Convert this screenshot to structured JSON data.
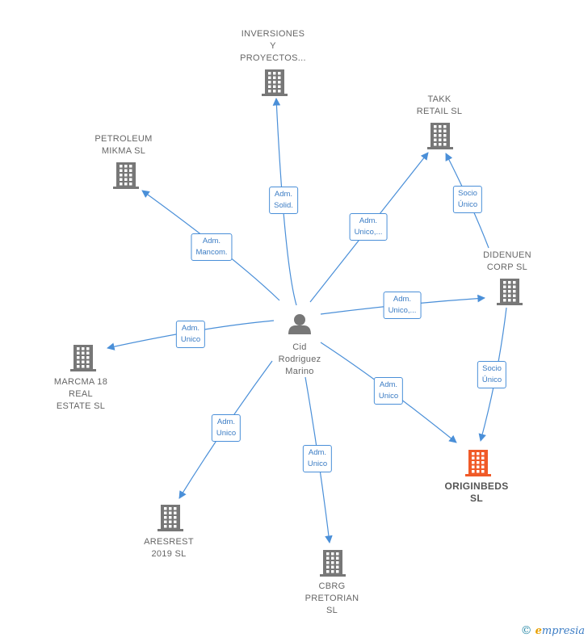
{
  "center": {
    "label": "Cid\nRodriguez\nMarino",
    "icon": "person-icon"
  },
  "nodes": [
    {
      "id": "inversiones",
      "label": "INVERSIONES\nY\nPROYECTOS..."
    },
    {
      "id": "takk",
      "label": "TAKK\nRETAIL  SL"
    },
    {
      "id": "petroleum",
      "label": "PETROLEUM\nMIKMA  SL"
    },
    {
      "id": "didenuen",
      "label": "DIDENUEN\nCORP  SL"
    },
    {
      "id": "marcma",
      "label": "MARCMA 18\nREAL\nESTATE  SL"
    },
    {
      "id": "originbeds",
      "label": "ORIGINBEDS\nSL",
      "highlight": true
    },
    {
      "id": "aresrest",
      "label": "ARESREST\n2019  SL"
    },
    {
      "id": "cbrg",
      "label": "CBRG\nPRETORIAN\nSL"
    }
  ],
  "edges": [
    {
      "from": "center",
      "to": "inversiones",
      "label": "Adm.\nSolid."
    },
    {
      "from": "center",
      "to": "takk",
      "label": "Adm.\nUnico,..."
    },
    {
      "from": "center",
      "to": "petroleum",
      "label": "Adm.\nMancom."
    },
    {
      "from": "center",
      "to": "didenuen",
      "label": "Adm.\nUnico,..."
    },
    {
      "from": "center",
      "to": "marcma",
      "label": "Adm.\nUnico"
    },
    {
      "from": "center",
      "to": "originbeds",
      "label": "Adm.\nUnico"
    },
    {
      "from": "center",
      "to": "aresrest",
      "label": "Adm.\nUnico"
    },
    {
      "from": "center",
      "to": "cbrg",
      "label": "Adm.\nUnico"
    },
    {
      "from": "didenuen",
      "to": "takk",
      "label": "Socio\nÚnico"
    },
    {
      "from": "didenuen",
      "to": "originbeds",
      "label": "Socio\nÚnico"
    }
  ],
  "colors": {
    "edge": "#4a8fd8",
    "building": "#777777",
    "highlight": "#f05a28",
    "person": "#777777"
  },
  "brand": {
    "copyright": "©",
    "e": "e",
    "rest": "mpresia"
  }
}
